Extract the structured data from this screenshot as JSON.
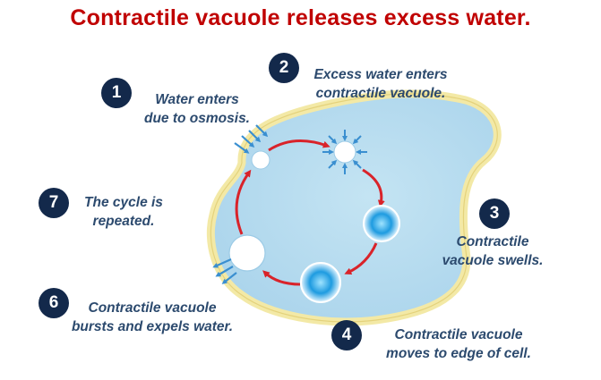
{
  "title": "Contractile vacuole releases excess water.",
  "steps": [
    {
      "number": "1",
      "line1": "Water enters",
      "line2": "due to osmosis."
    },
    {
      "number": "2",
      "line1": "Excess water enters",
      "line2": "contractile vacuole."
    },
    {
      "number": "3",
      "line1": "Contractile",
      "line2": "vacuole swells."
    },
    {
      "number": "4",
      "line1": "Contractile vacuole",
      "line2": "moves to edge of cell."
    },
    {
      "number": "6",
      "line1": "Contractile vacuole",
      "line2": "bursts and expels water."
    },
    {
      "number": "7",
      "line1": "The cycle is",
      "line2": "repeated."
    }
  ],
  "colors": {
    "title": "#c00000",
    "badge": "#13294b",
    "label": "#2c4a6e",
    "cytoplasm": "#b7dcef",
    "membrane": "#f3e9a6",
    "cycle_arrow": "#d9232a",
    "water_arrow": "#3a8fd0",
    "vacuole_fill": "#1e9be0"
  }
}
